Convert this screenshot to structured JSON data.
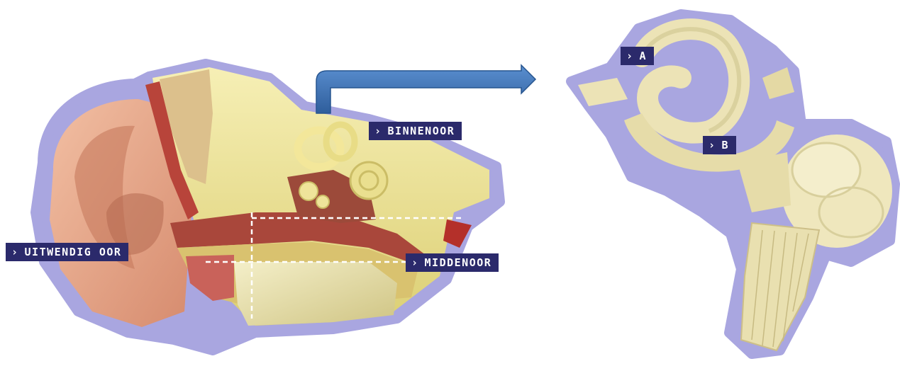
{
  "labels": {
    "outer_ear": "UITWENDIG OOR",
    "middle_ear": "MIDDENOOR",
    "inner_ear": "BINNENOOR",
    "part_a": "A",
    "part_b": "B"
  },
  "label_marker": "›",
  "colors": {
    "label_background": "#2b2a6b",
    "label_text": "#ffffff",
    "outline_glow": "#a9a6e0",
    "arrow": "#3b6fb0",
    "bone": "#efe49a",
    "skin": "#e8a98a",
    "muscle": "#b8443a",
    "guide_lines": "#ffffff"
  },
  "icons": [
    "arrow-right-icon",
    "chevron-right-icon"
  ]
}
